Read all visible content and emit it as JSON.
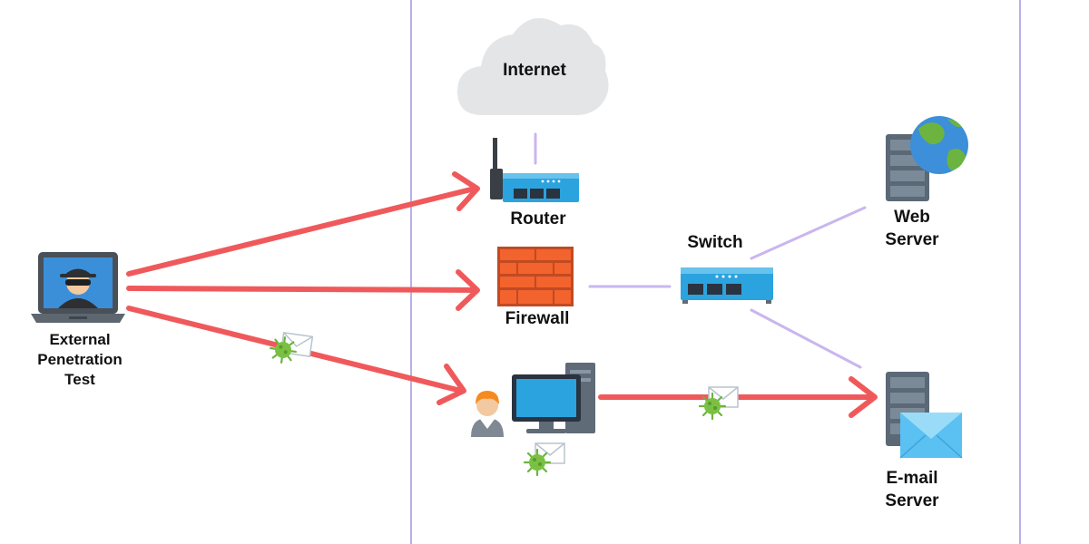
{
  "colors": {
    "attack_arrow": "#f0595b",
    "network_link": "#c9b6ee",
    "zone_border": "#b9b0e8",
    "device_blue": "#2ba3df",
    "cloud": "#e4e5e7",
    "brick": "#f2632d",
    "malware": "#7ac143"
  },
  "labels": {
    "internet": "Internet",
    "router": "Router",
    "firewall": "Firewall",
    "switch": "Switch",
    "web_server": [
      "Web",
      "Server"
    ],
    "email_server": [
      "E-mail",
      "Server"
    ],
    "attacker": [
      "External",
      "Penetration",
      "Test"
    ]
  },
  "icons": {
    "attacker": "hacker-laptop-icon",
    "cloud": "cloud-icon",
    "router": "router-icon",
    "firewall": "brick-wall-icon",
    "switch": "network-switch-icon",
    "web_server": "globe-server-icon",
    "email_server": "mail-server-icon",
    "user": "user-avatar-icon",
    "workstation": "desktop-computer-icon",
    "malware_mail": "malware-envelope-icon"
  }
}
